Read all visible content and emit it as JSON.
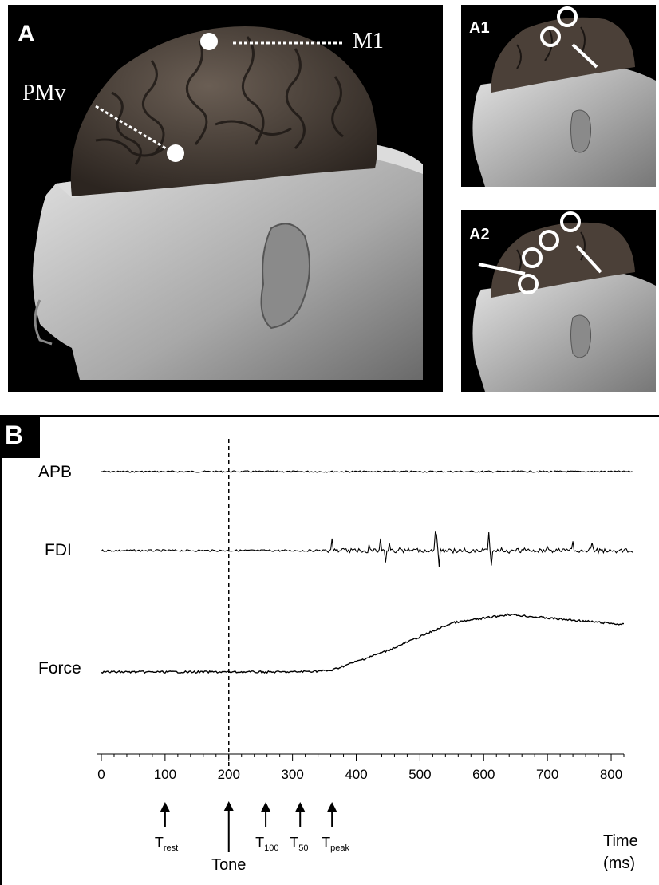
{
  "panel_a": {
    "label": "A",
    "m1_label": "M1",
    "pmv_label": "PMv"
  },
  "panel_a1": {
    "label": "A1"
  },
  "panel_a2": {
    "label": "A2"
  },
  "panel_b": {
    "label": "B",
    "traces": [
      "APB",
      "FDI",
      "Force"
    ],
    "x_ticks": [
      "0",
      "100",
      "200",
      "300",
      "400",
      "500",
      "600",
      "700",
      "800"
    ],
    "axis_title_line1": "Time",
    "axis_title_line2": "(ms)",
    "markers": [
      {
        "main": "T",
        "sub": "rest",
        "time": 100
      },
      {
        "main": "Tone",
        "sub": "",
        "time": 200
      },
      {
        "main": "T",
        "sub": "100",
        "time": 258
      },
      {
        "main": "T",
        "sub": "50",
        "time": 312
      },
      {
        "main": "T",
        "sub": "peak",
        "time": 362
      }
    ]
  },
  "chart_data": {
    "type": "line",
    "xlabel": "Time (ms)",
    "xlim": [
      0,
      820
    ],
    "x_ticks": [
      0,
      100,
      200,
      300,
      400,
      500,
      600,
      700,
      800
    ],
    "vertical_line_at": 200,
    "series": [
      {
        "name": "APB",
        "description": "flat baseline EMG"
      },
      {
        "name": "FDI",
        "bursts_from_ms": 350
      },
      {
        "name": "Force",
        "x": [
          0,
          200,
          300,
          360,
          450,
          550,
          640,
          700,
          820
        ],
        "y": [
          0,
          0,
          0,
          0.02,
          0.3,
          0.68,
          0.8,
          0.75,
          0.66
        ]
      }
    ]
  },
  "colors": {
    "panel_bg": "#000000",
    "brain": "#4a4038",
    "head": "#c4c4c4",
    "trace": "#000000"
  }
}
